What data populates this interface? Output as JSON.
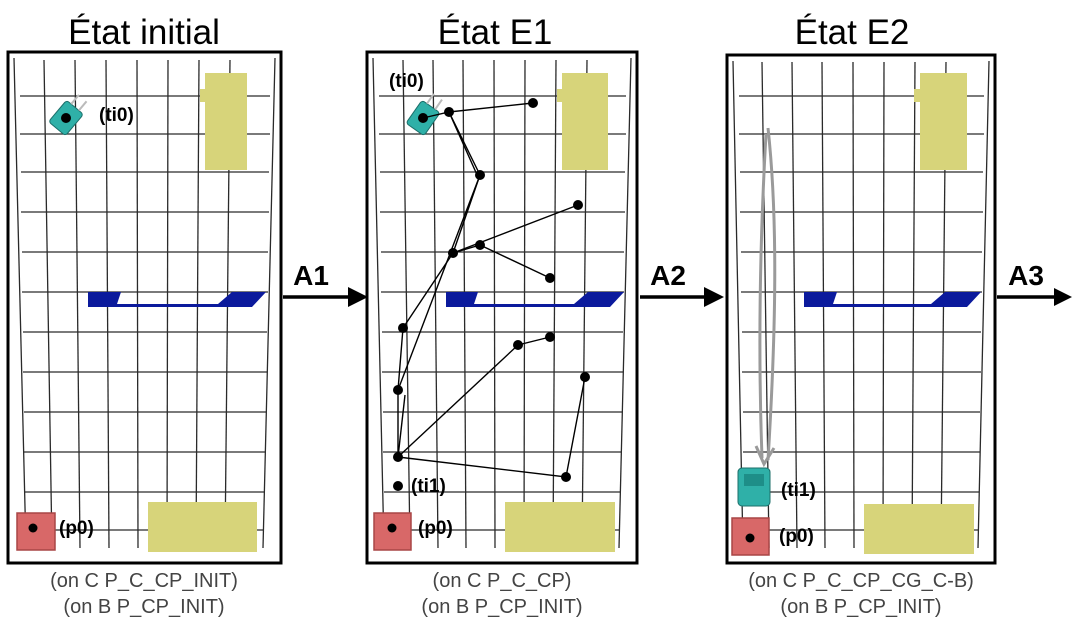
{
  "states": [
    {
      "title": "État initial",
      "robot_label": "(ti0)",
      "box_label": "(p0)",
      "caption_line1": "(on C P_C_CP_INIT)",
      "caption_line2": "(on B P_CP_INIT)"
    },
    {
      "title": "État E1",
      "robot_label": "(ti0)",
      "robot2_label": "(ti1)",
      "box_label": "(p0)",
      "caption_line1": "(on C P_C_CP)",
      "caption_line2": "(on B P_CP_INIT)"
    },
    {
      "title": "État E2",
      "robot_label": "(ti1)",
      "box_label": "(p0)",
      "caption_line1": "(on C P_C_CP_CG_C-B)",
      "caption_line2": "(on B P_CP_INIT)"
    }
  ],
  "transitions": [
    "A1",
    "A2",
    "A3"
  ],
  "colors": {
    "grid": "#2a2a2a",
    "furniture": "#d7d47a",
    "rail": "#0b1a9c",
    "box": "#d86868",
    "robot": "#2fb0a8",
    "path": "#000000",
    "path_e2": "#9a9a9a"
  },
  "icons": [
    "robot-icon",
    "pallet-box-icon",
    "shelf-icon",
    "rail-icon"
  ]
}
